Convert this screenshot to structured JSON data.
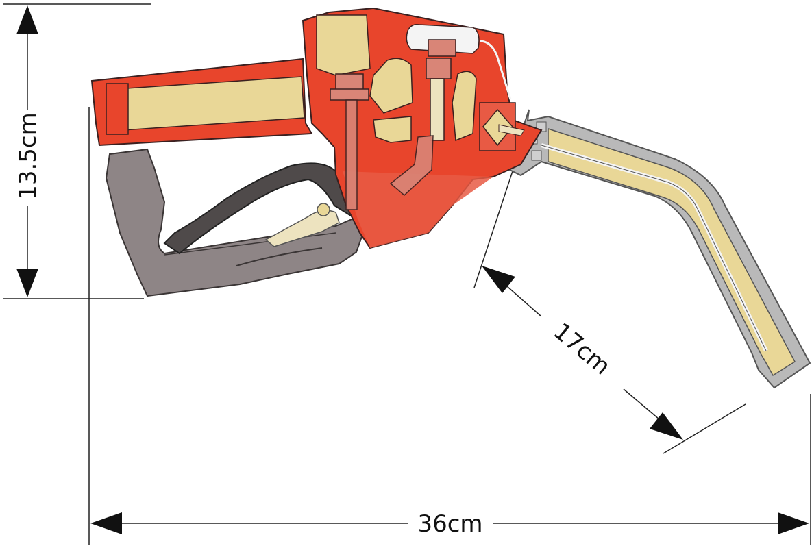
{
  "dimensions": {
    "height_label": "13.5cm",
    "width_label": "36cm",
    "spout_label": "17cm"
  },
  "colors": {
    "body_red": "#e8452c",
    "body_red_light": "#e85a44",
    "inner_tan": "#e9d797",
    "trigger_gray": "#8e8586",
    "lever_dark": "#4f4a4a",
    "spout_gray": "#b9b9b9",
    "rod_pink": "#d98577",
    "line": "#222222"
  }
}
